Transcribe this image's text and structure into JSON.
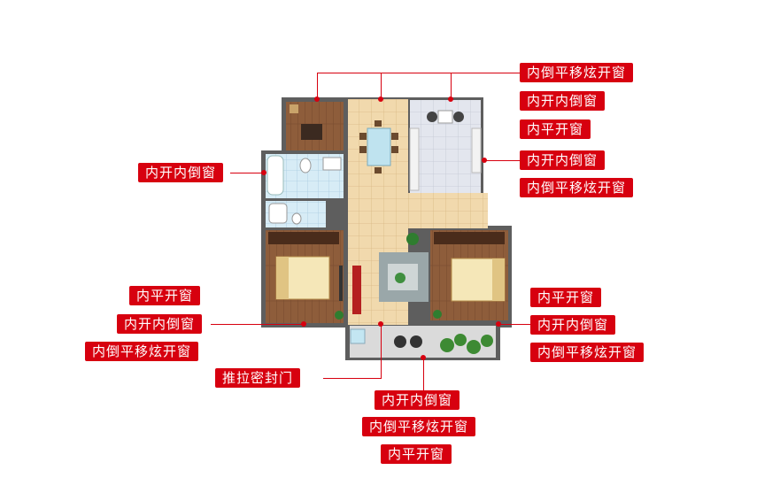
{
  "labels": {
    "top_1": "内倒平移炫开窗",
    "top_2": "内开内倒窗",
    "top_3": "内平开窗",
    "right_upper_1": "内开内倒窗",
    "right_upper_2": "内倒平移炫开窗",
    "left_upper": "内开内倒窗",
    "left_lower_1": "内平开窗",
    "left_lower_2": "内开内倒窗",
    "left_lower_3": "内倒平移炫开窗",
    "right_lower_1": "内平开窗",
    "right_lower_2": "内开内倒窗",
    "right_lower_3": "内倒平移炫开窗",
    "door": "推拉密封门",
    "bottom_1": "内开内倒窗",
    "bottom_2": "内倒平移炫开窗",
    "bottom_3": "内平开窗"
  },
  "colors": {
    "accent": "#d7000f",
    "wood_floor": "#8a5a3a",
    "tile_floor": "#f0d7a8",
    "bath_tile": "#cfe6f2",
    "kitchen_floor": "#dfe3ea",
    "wall": "#6b6b6b"
  }
}
